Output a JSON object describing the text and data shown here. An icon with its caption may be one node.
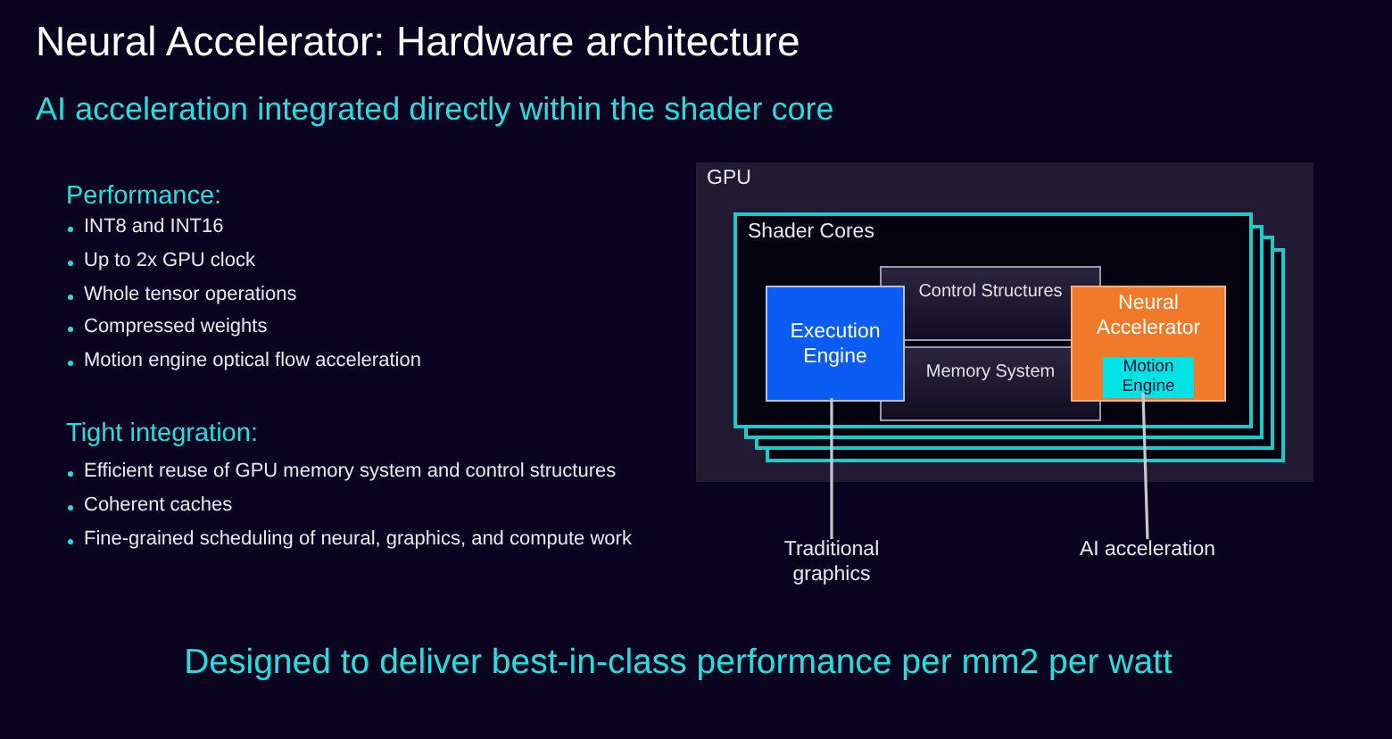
{
  "diagram": {
    "title": "Neural Accelerator: Hardware architecture",
    "caption": "Designed to deliver best-in-class performance per mm2 per watt",
    "nodes": [
      {
        "text": [
          "GPU"
        ]
      },
      {
        "text": [
          "Shader Cores"
        ],
        "in": 0
      },
      {
        "text": [
          "Execution Engine"
        ],
        "in": 1
      },
      {
        "text": [
          "Control Structures"
        ],
        "in": 1
      },
      {
        "text": [
          "Memory System"
        ],
        "in": 1
      },
      {
        "text": [
          "Neural Accelerator"
        ],
        "in": 1
      },
      {
        "text": [
          "Motion Engine"
        ],
        "in": 5
      },
      {
        "text": [
          "Traditional graphics"
        ]
      },
      {
        "text": [
          "AI acceleration"
        ]
      }
    ],
    "edges": [
      {
        "from": 7,
        "to": 2,
        "arrow": "none"
      },
      {
        "from": 8,
        "to": 6,
        "arrow": "none"
      }
    ],
    "labels": [
      "AI acceleration integrated directly within the shader core",
      "Performance:",
      "INT8 and INT16",
      "Up to 2x GPU clock",
      "Whole tensor operations",
      "Compressed weights",
      "Motion engine optical flow acceleration",
      "Tight integration:",
      "Efficient reuse of GPU memory system and control structures",
      "Coherent caches",
      "Fine-grained scheduling of neural, graphics, and compute work"
    ]
  }
}
